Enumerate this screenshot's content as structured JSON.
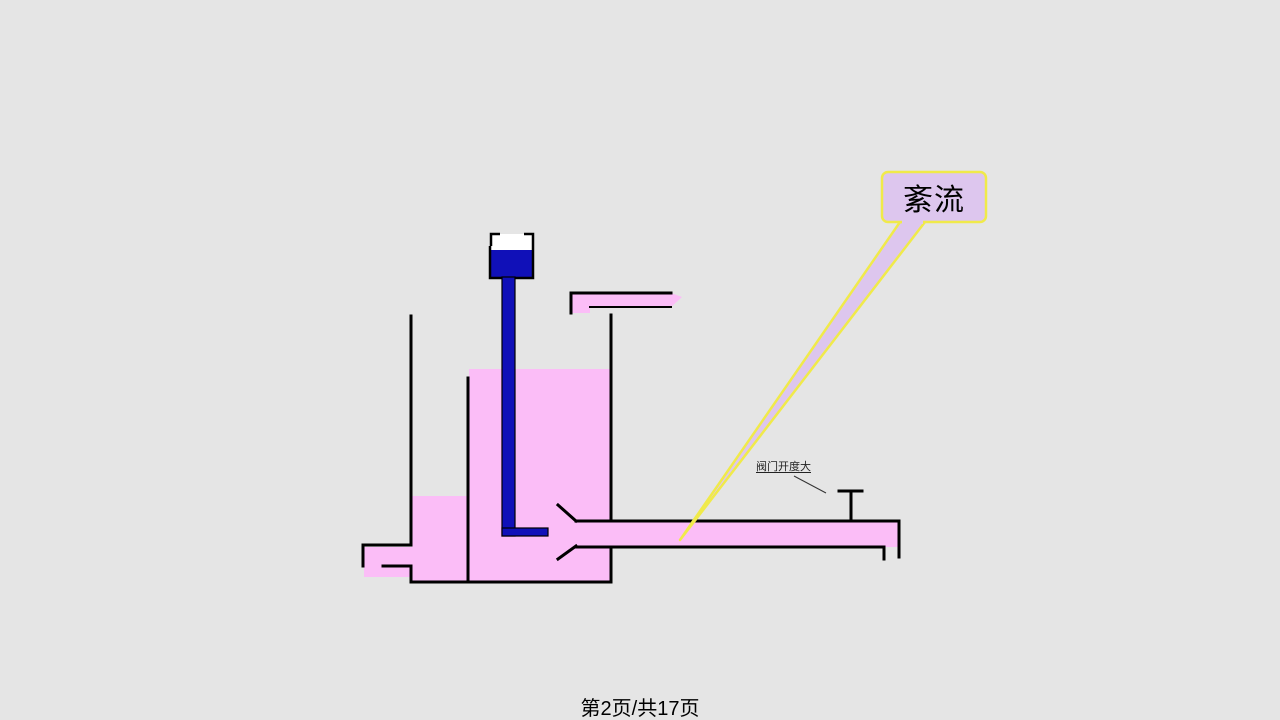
{
  "diagram": {
    "callout_label": "紊流",
    "valve_label": "阀门开度大",
    "colors": {
      "background": "#e5e5e5",
      "water": "#fbbdf7",
      "dye": "#1010b8",
      "callout_fill": "#ddc6ee",
      "callout_border": "#f0ea4a",
      "outline": "#000000"
    }
  },
  "footer": {
    "page_indicator": "第2页/共17页"
  }
}
